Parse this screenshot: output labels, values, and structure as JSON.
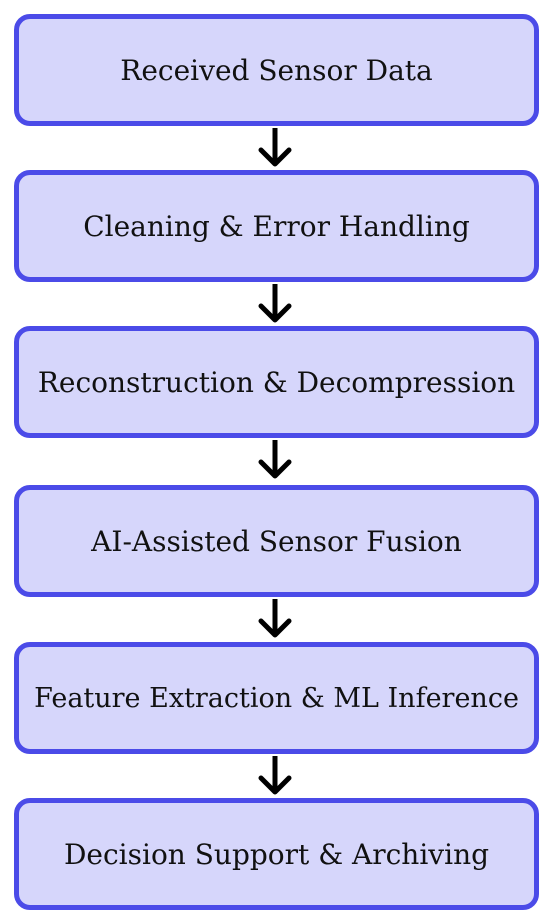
{
  "steps": [
    {
      "label": "Received Sensor Data"
    },
    {
      "label": "Cleaning & Error Handling"
    },
    {
      "label": "Reconstruction & Decompression"
    },
    {
      "label": "AI-Assisted Sensor Fusion"
    },
    {
      "label": "Feature Extraction & ML Inference"
    },
    {
      "label": "Decision Support & Archiving"
    }
  ],
  "colors": {
    "box_fill": "#d6d6fb",
    "box_border": "#4b4be8",
    "arrow": "#000000",
    "text": "#111111"
  }
}
